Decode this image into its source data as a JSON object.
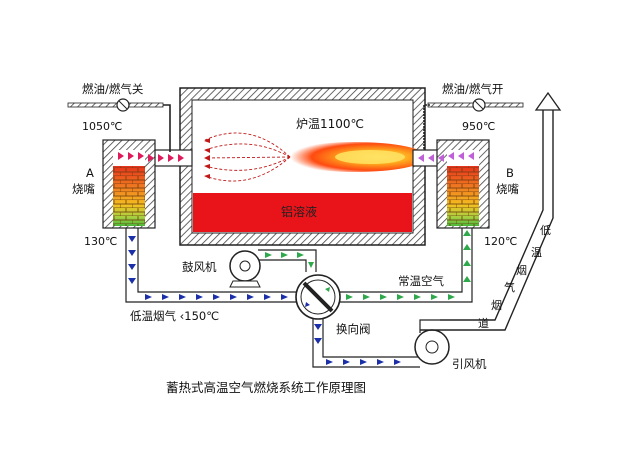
{
  "caption": "蓄热式高温空气燃烧系统工作原理图",
  "furnace": {
    "temp_label": "炉温1100℃",
    "metal_label": "铝溶液"
  },
  "regenerator_a": {
    "letter": "A",
    "burner_label": "烧嘴",
    "valve_label": "燃油/燃气关",
    "top_temp": "1050℃",
    "bottom_temp": "130℃"
  },
  "regenerator_b": {
    "letter": "B",
    "burner_label": "烧嘴",
    "valve_label": "燃油/燃气开",
    "top_temp": "950℃",
    "bottom_temp": "120℃"
  },
  "blower_label": "鼓风机",
  "ambient_air_label": "常温空气",
  "flue_gas_label": "低温烟气 ‹150℃",
  "reversing_valve_label": "换向阀",
  "induced_fan_label": "引风机",
  "chimney_label_chars": [
    "低",
    "温",
    "烟",
    "气",
    "烟",
    "道"
  ],
  "colors": {
    "air_arrow": "#2ea84a",
    "flue_arrow": "#1a2fa8",
    "regen_arrow_a": "#e0195a",
    "regen_arrow_b": "#c060d8",
    "metal": "#e8141a",
    "flame": "#ff5a10",
    "brick_top": "#e8331c",
    "brick_mid": "#f2b020",
    "brick_bottom": "#5cc23a"
  }
}
